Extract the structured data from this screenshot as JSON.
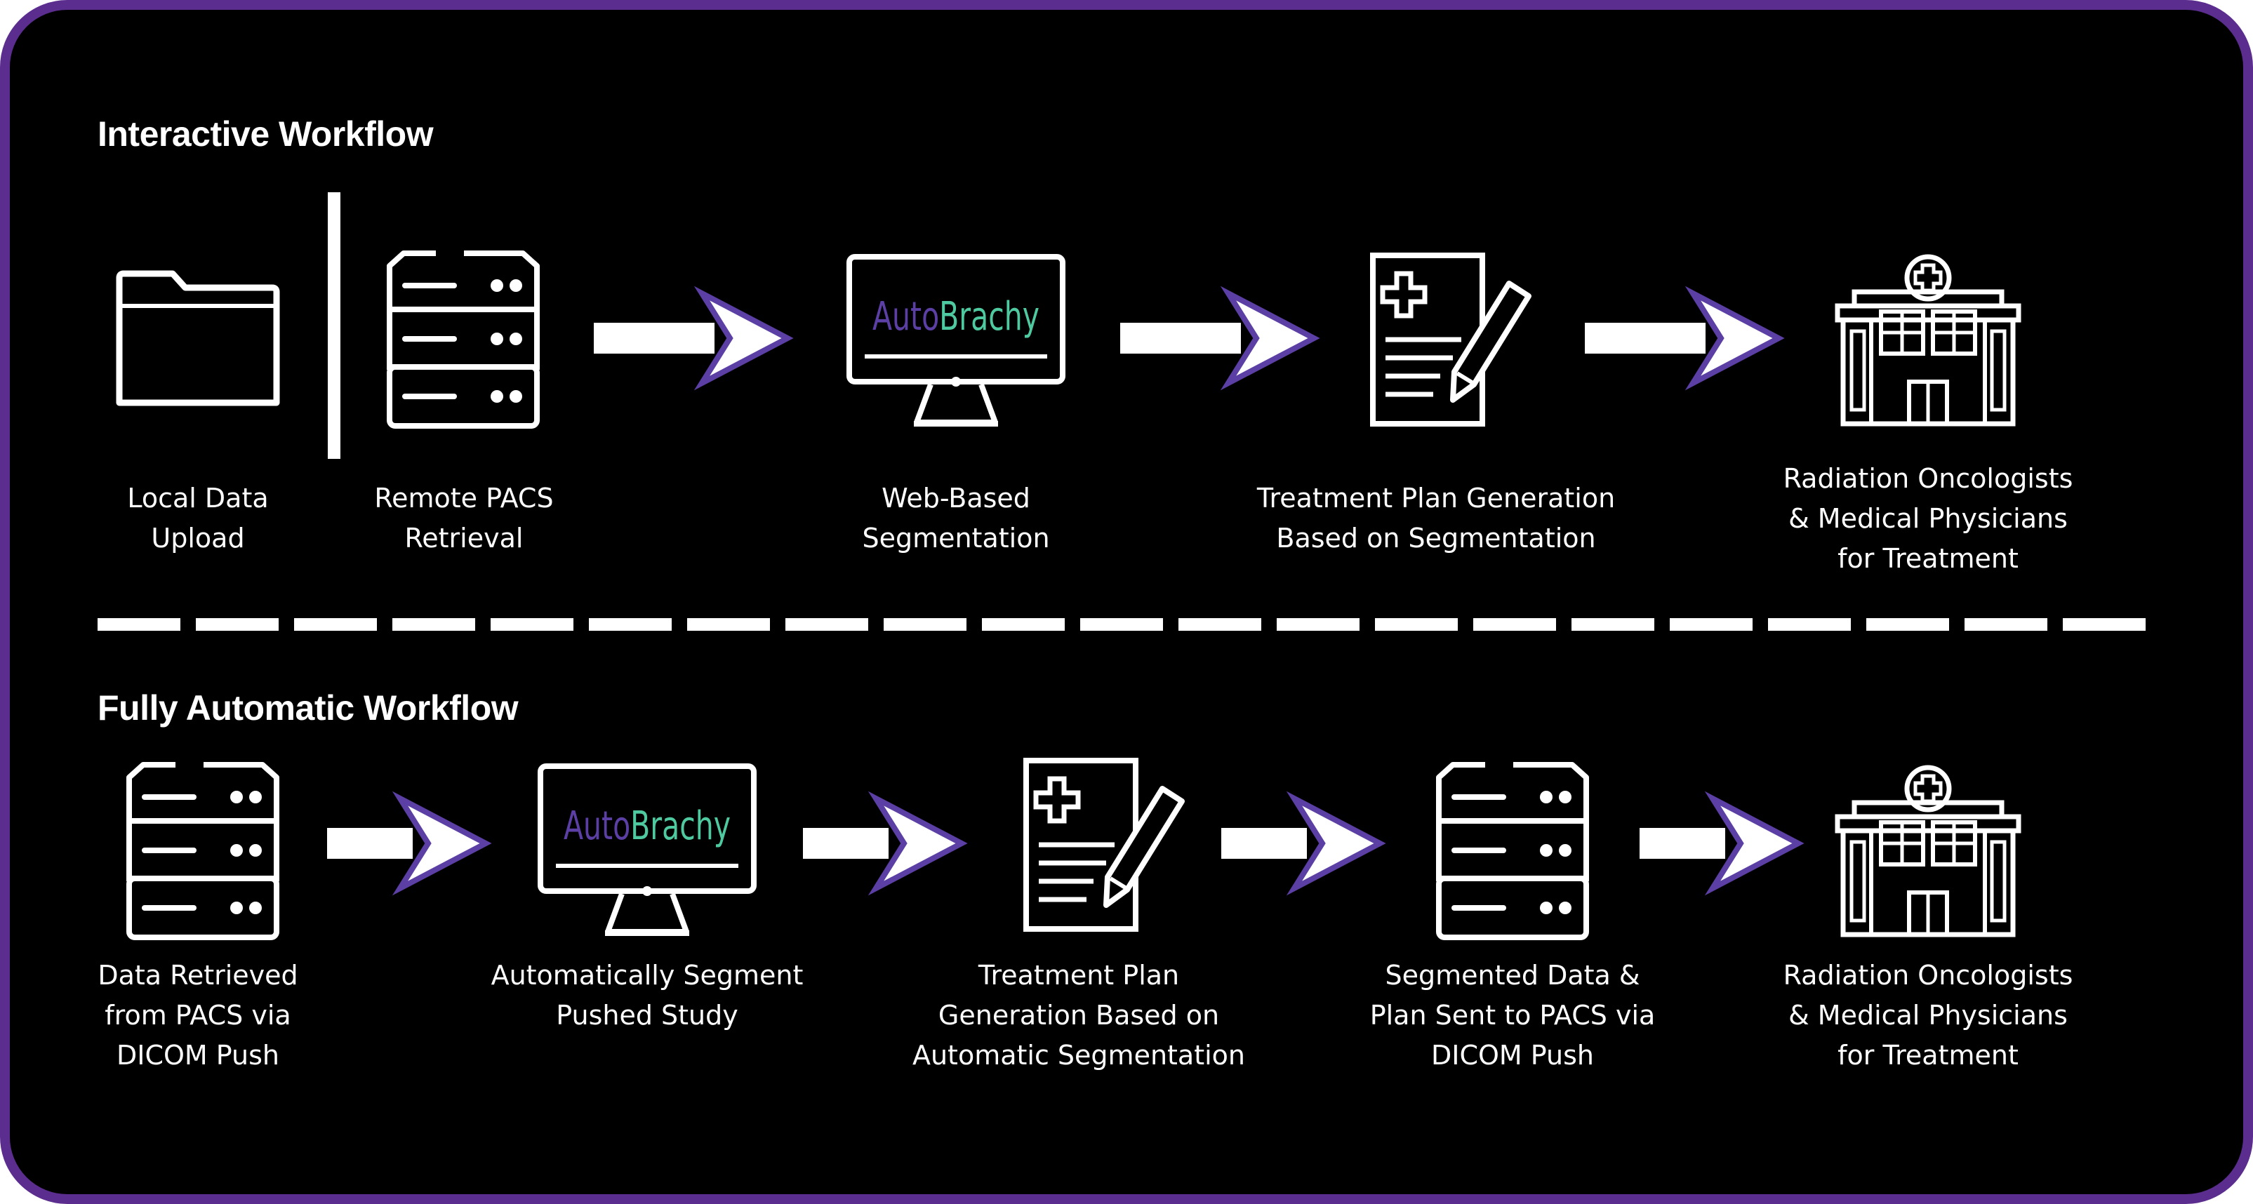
{
  "colors": {
    "frame": "#5b2d8e",
    "background": "#000000",
    "foreground": "#ffffff",
    "arrow_accent": "#5b3fa4",
    "brand_auto": "#5b3fa4",
    "brand_brachy": "#4ec9a0"
  },
  "brand": {
    "part1": "Auto",
    "part2": "Brachy"
  },
  "interactive": {
    "title": "Interactive Workflow",
    "steps": [
      {
        "icon": "folder-icon",
        "lines": [
          "Local Data",
          "Upload"
        ]
      },
      {
        "icon": "server-icon",
        "lines": [
          "Remote PACS",
          "Retrieval"
        ]
      },
      {
        "icon": "monitor-icon",
        "lines": [
          "Web-Based",
          "Segmentation"
        ]
      },
      {
        "icon": "document-pen-icon",
        "lines": [
          "Treatment Plan Generation",
          "Based on Segmentation"
        ]
      },
      {
        "icon": "hospital-icon",
        "lines": [
          "Radiation Oncologists",
          "& Medical Physicians",
          "for Treatment"
        ]
      }
    ]
  },
  "automatic": {
    "title": "Fully Automatic Workflow",
    "steps": [
      {
        "icon": "server-icon",
        "lines": [
          "Data Retrieved",
          "from PACS via",
          "DICOM Push"
        ]
      },
      {
        "icon": "monitor-icon",
        "lines": [
          "Automatically Segment",
          "Pushed Study"
        ]
      },
      {
        "icon": "document-pen-icon",
        "lines": [
          "Treatment Plan",
          "Generation Based on",
          "Automatic Segmentation"
        ]
      },
      {
        "icon": "server-icon",
        "lines": [
          "Segmented Data &",
          "Plan Sent to PACS via",
          "DICOM Push"
        ]
      },
      {
        "icon": "hospital-icon",
        "lines": [
          "Radiation Oncologists",
          "& Medical Physicians",
          "for Treatment"
        ]
      }
    ]
  }
}
